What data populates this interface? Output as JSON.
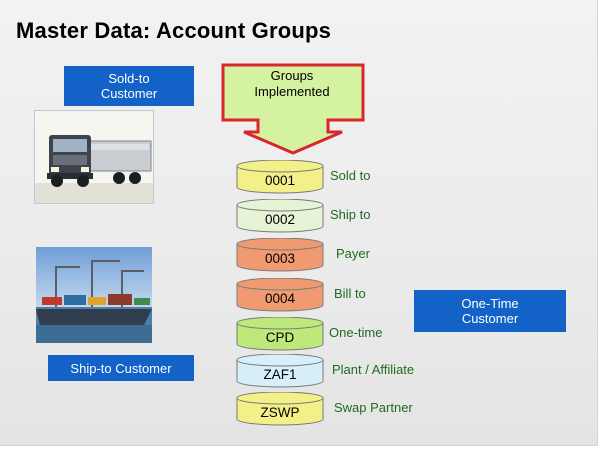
{
  "title": "Master Data: Account Groups",
  "sold_to_box": "Sold-to\nCustomer",
  "ship_to_box": "Ship-to Customer",
  "one_time_box": "One-Time\nCustomer",
  "callout_label": "Groups\nImplemented",
  "colors": {
    "accent_blue": "#1262c8",
    "callout_red": "#d9262c",
    "callout_fill": "#d4f2a0",
    "label_green": "#1f6b1f"
  },
  "groups": [
    {
      "code": "0001",
      "label": "Sold to",
      "fill": "#f3f08a"
    },
    {
      "code": "0002",
      "label": "Ship to",
      "fill": "#e6f3d4"
    },
    {
      "code": "0003",
      "label": "Payer",
      "fill": "#f09a72"
    },
    {
      "code": "0004",
      "label": "Bill to",
      "fill": "#f09a72"
    },
    {
      "code": "CPD",
      "label": "One-time",
      "fill": "#bde87a"
    },
    {
      "code": "ZAF1",
      "label": "Plant / Affiliate",
      "fill": "#d6effa"
    },
    {
      "code": "ZSWP",
      "label": "Swap Partner",
      "fill": "#f3f08a"
    }
  ]
}
